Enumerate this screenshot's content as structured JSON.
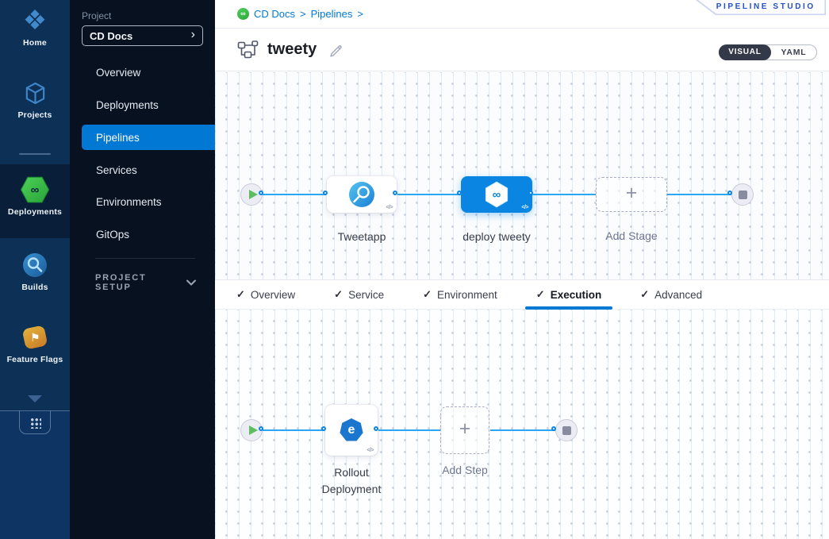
{
  "rail": {
    "items": [
      {
        "label": "Home"
      },
      {
        "label": "Projects"
      },
      {
        "label": "Deployments",
        "active": true
      },
      {
        "label": "Builds"
      },
      {
        "label": "Feature Flags"
      }
    ]
  },
  "sidebar": {
    "project_label": "Project",
    "project_name": "CD Docs",
    "chevron": "›",
    "items": [
      {
        "label": "Overview"
      },
      {
        "label": "Deployments"
      },
      {
        "label": "Pipelines",
        "selected": true
      },
      {
        "label": "Services"
      },
      {
        "label": "Environments"
      },
      {
        "label": "GitOps"
      }
    ],
    "setup_label": "PROJECT SETUP"
  },
  "header": {
    "breadcrumb_items": [
      {
        "label": "CD Docs"
      },
      {
        "label": "Pipelines"
      }
    ],
    "separator": ">",
    "studio_badge": "PIPELINE STUDIO",
    "title": "tweety",
    "toggle": {
      "visual": "VISUAL",
      "yaml": "YAML"
    }
  },
  "glyphs": {
    "infinity": "∞",
    "check": "✓",
    "plus": "+",
    "code": "</>",
    "home_diamond": "❖",
    "flag": "⚑",
    "rollout": "e"
  },
  "stage_pipeline": {
    "stages": [
      {
        "name": "Tweetapp"
      },
      {
        "name": "deploy tweety",
        "selected": true
      }
    ],
    "add_label": "Add Stage"
  },
  "tabs": [
    {
      "label": "Overview",
      "complete": true
    },
    {
      "label": "Service",
      "complete": true
    },
    {
      "label": "Environment",
      "complete": true
    },
    {
      "label": "Execution",
      "complete": true,
      "active": true
    },
    {
      "label": "Advanced",
      "complete": true
    }
  ],
  "execution_pipeline": {
    "steps": [
      {
        "name": "Rollout Deployment"
      }
    ],
    "add_label": "Add Step"
  },
  "colors": {
    "accent": "#0278d5",
    "selected_node": "#0a86e2",
    "connector": "#2aa7f2",
    "cd_green": "#3cc24e",
    "rail_bg": "#0c3056",
    "sidebar_bg": "#071120"
  }
}
